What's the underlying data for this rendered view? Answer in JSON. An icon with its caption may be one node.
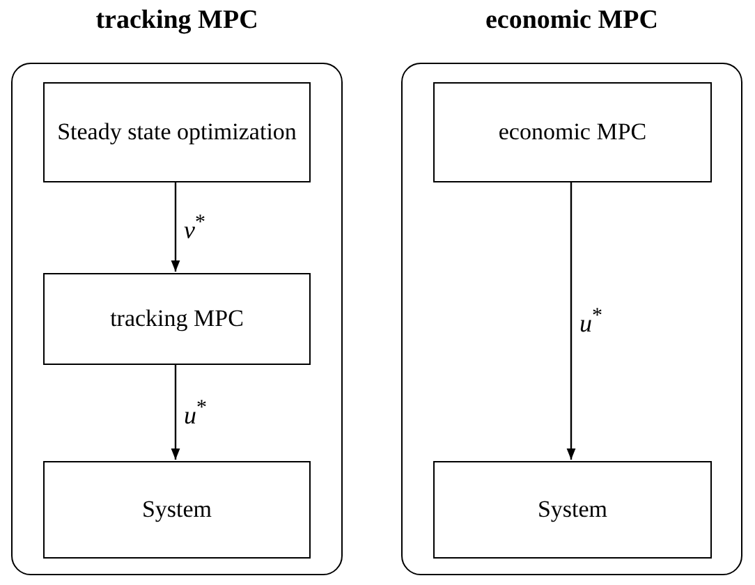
{
  "diagram": {
    "nodes": [
      {
        "text": [
          "tracking MPC"
        ]
      },
      {
        "text": [
          "Steady state optimization"
        ],
        "in": 0
      },
      {
        "text": [
          "tracking MPC"
        ],
        "in": 0
      },
      {
        "text": [
          "System"
        ],
        "in": 0
      },
      {
        "text": [
          "economic MPC"
        ]
      },
      {
        "text": [
          "economic MPC"
        ],
        "in": 4
      },
      {
        "text": [
          "System"
        ],
        "in": 4
      }
    ],
    "edges": [
      {
        "from": 1,
        "to": 2,
        "arrow": "to",
        "label": "*v*$^{*}$"
      },
      {
        "from": 2,
        "to": 3,
        "arrow": "to",
        "label": "*u*$^{*}$"
      },
      {
        "from": 5,
        "to": 6,
        "arrow": "to",
        "label": "*u*$^{*}$"
      }
    ]
  }
}
